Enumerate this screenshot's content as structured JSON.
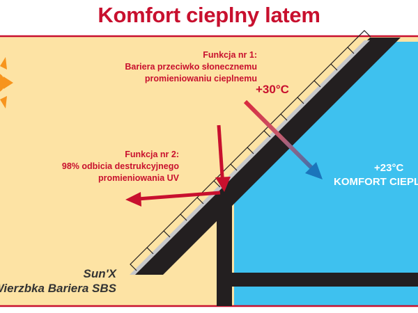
{
  "title": "Komfort cieplny latem",
  "function1": {
    "line1": "Funkcja nr 1:",
    "line2": "Bariera przeciwko słonecznemu",
    "line3": "promieniowaniu cieplnemu"
  },
  "function2": {
    "line1": "Funkcja nr 2:",
    "line2": "98% odbicia destrukcyjnego",
    "line3": "promieniowania UV"
  },
  "outside_temp": "+30°C",
  "inside_temp": "+23°C",
  "inside_label": "KOMFORT CIEPLNY",
  "product": {
    "line1": "Sun'X",
    "line2": "Wierzbka Bariera SBS"
  },
  "colors": {
    "outside": "#fde3a4",
    "inside": "#3ec1ef",
    "accent": "#c8102e",
    "sun": "#f7941d",
    "structure": "#231f20",
    "cool_arrow": "#1b75bb"
  }
}
